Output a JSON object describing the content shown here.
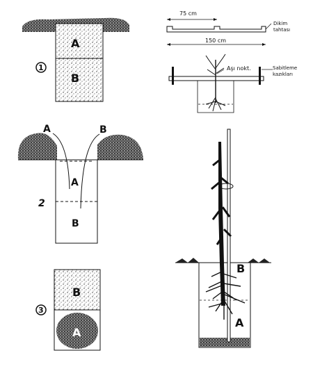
{
  "panel1": {
    "number": "1",
    "top_layer": "A",
    "bottom_layer": "B"
  },
  "panel2": {
    "number": "2",
    "left_pile": "A",
    "right_pile": "B",
    "upper_label": "A",
    "lower_label": "B"
  },
  "panel3": {
    "number": "3",
    "top_layer": "B",
    "bottom_layer": "A"
  },
  "planting_board": {
    "half_width": "75 cm",
    "full_width": "150 cm",
    "board_label_line1": "Dikim",
    "board_label_line2": "tahtası",
    "graft_point": "Aşı nokt.",
    "stake_label_line1": "Sabitleme",
    "stake_label_line2": "kazıkları"
  },
  "tree_panel": {
    "upper_label": "B",
    "lower_label": "A"
  }
}
